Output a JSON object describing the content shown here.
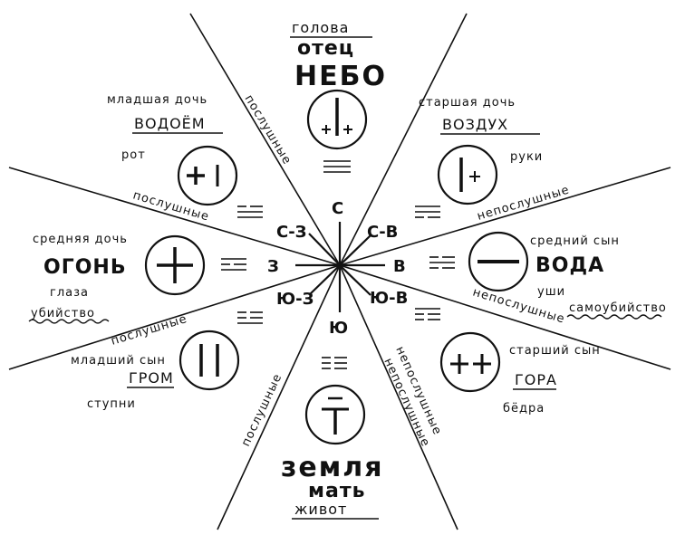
{
  "directions": {
    "n": "С",
    "ne": "С-В",
    "e": "В",
    "se": "Ю-В",
    "s": "Ю",
    "sw": "Ю-З",
    "w": "З",
    "nw": "С-З"
  },
  "north": {
    "organ": "голова",
    "role": "отец",
    "element": "НЕБО"
  },
  "south": {
    "element": "земля",
    "role": "мать",
    "organ": "живот"
  },
  "northwest": {
    "role": "младшая дочь",
    "element": "ВОДОЁМ",
    "organ": "рот"
  },
  "northeast": {
    "role": "старшая дочь",
    "element": "ВОЗДУХ",
    "organ": "руки"
  },
  "west": {
    "role": "средняя дочь",
    "element": "ОГОНЬ",
    "organ": "глаза",
    "trait": "убийство"
  },
  "east": {
    "role": "средний сын",
    "element": "ВОДА",
    "organ": "уши",
    "trait": "самоубийство"
  },
  "southwest": {
    "role": "младший сын",
    "element": "ГРОМ",
    "organ": "ступни"
  },
  "southeast": {
    "role": "старший сын",
    "element": "ГОРА",
    "organ": "бёдра"
  },
  "ray_labels": {
    "obedient": "послушные",
    "disobedient": "непослушные"
  },
  "icons": [
    "heaven-sign-icon",
    "earth-sign-icon",
    "lake-sign-icon",
    "wind-sign-icon",
    "fire-sign-icon",
    "water-sign-icon",
    "thunder-sign-icon",
    "mountain-sign-icon",
    "trigram-icon"
  ]
}
